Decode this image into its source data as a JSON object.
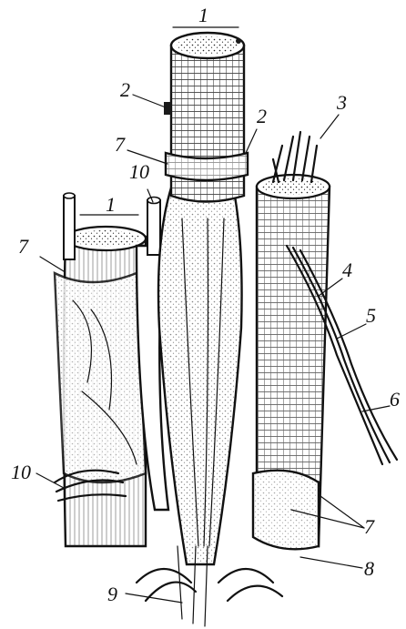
{
  "labels": {
    "l1_top": "1",
    "l2_left": "2",
    "l2_right": "2",
    "l3": "3",
    "l7_top": "7",
    "l10_top": "10",
    "l1_left": "1",
    "l7_left": "7",
    "l4": "4",
    "l5": "5",
    "l6": "6",
    "l10_left": "10",
    "l7_right": "7",
    "l8": "8",
    "l9": "9"
  },
  "colors": {
    "ink": "#111111",
    "paper": "#ffffff"
  }
}
